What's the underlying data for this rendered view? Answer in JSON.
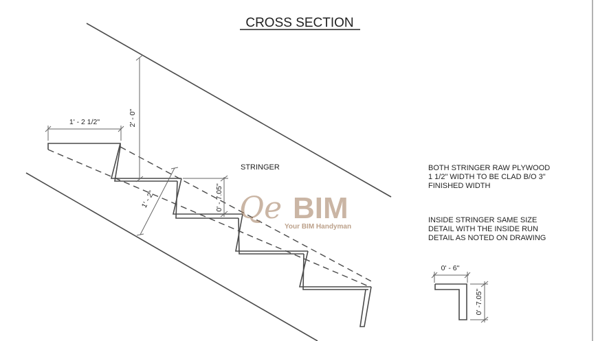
{
  "title": "CROSS SECTION",
  "labels": {
    "stringer": "STRINGER",
    "note1_line1": "BOTH STRINGER RAW PLYWOOD",
    "note1_line2": "1 1/2\" WIDTH TO BE CLAD B/O 3\"",
    "note1_line3": "FINISHED WIDTH",
    "note2_line1": "INSIDE STRINGER SAME SIZE",
    "note2_line2": "DETAIL WITH THE INSIDE RUN",
    "note2_line3": "DETAIL AS NOTED ON DRAWING"
  },
  "dimensions": {
    "tread_run": "1' - 2 1/2\"",
    "rail_height": "2' - 0\"",
    "diagonal": "1' - 2\"",
    "riser": "0' - 7.05\"",
    "detail_width": "0' - 6\"",
    "detail_height": "0' -7.05\""
  },
  "watermark": {
    "brand_q": "Qe",
    "brand_bim": "BIM",
    "tagline": "Your BIM Handyman"
  }
}
